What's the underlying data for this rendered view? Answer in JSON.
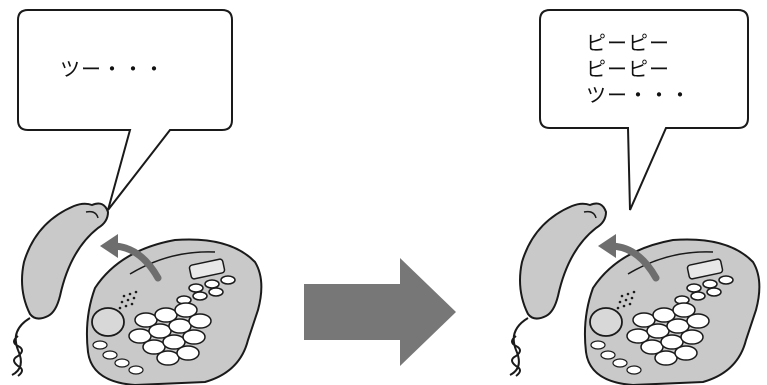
{
  "scenes": [
    {
      "lines": [
        "ツー・・・"
      ]
    },
    {
      "lines": [
        "ピーピー",
        "ピーピー",
        "ツー・・・"
      ]
    }
  ],
  "colors": {
    "outline": "#1a1a1a",
    "phone_fill": "#c9c9c9",
    "phone_dark": "#8f8f8f",
    "button_fill": "#ffffff",
    "lift_arrow": "#6e6e6e",
    "big_arrow": "#777777"
  },
  "icons": {
    "left_phone": "telephone-handset-lifted-icon",
    "right_phone": "telephone-handset-lifted-icon",
    "transition": "arrow-right-icon"
  }
}
